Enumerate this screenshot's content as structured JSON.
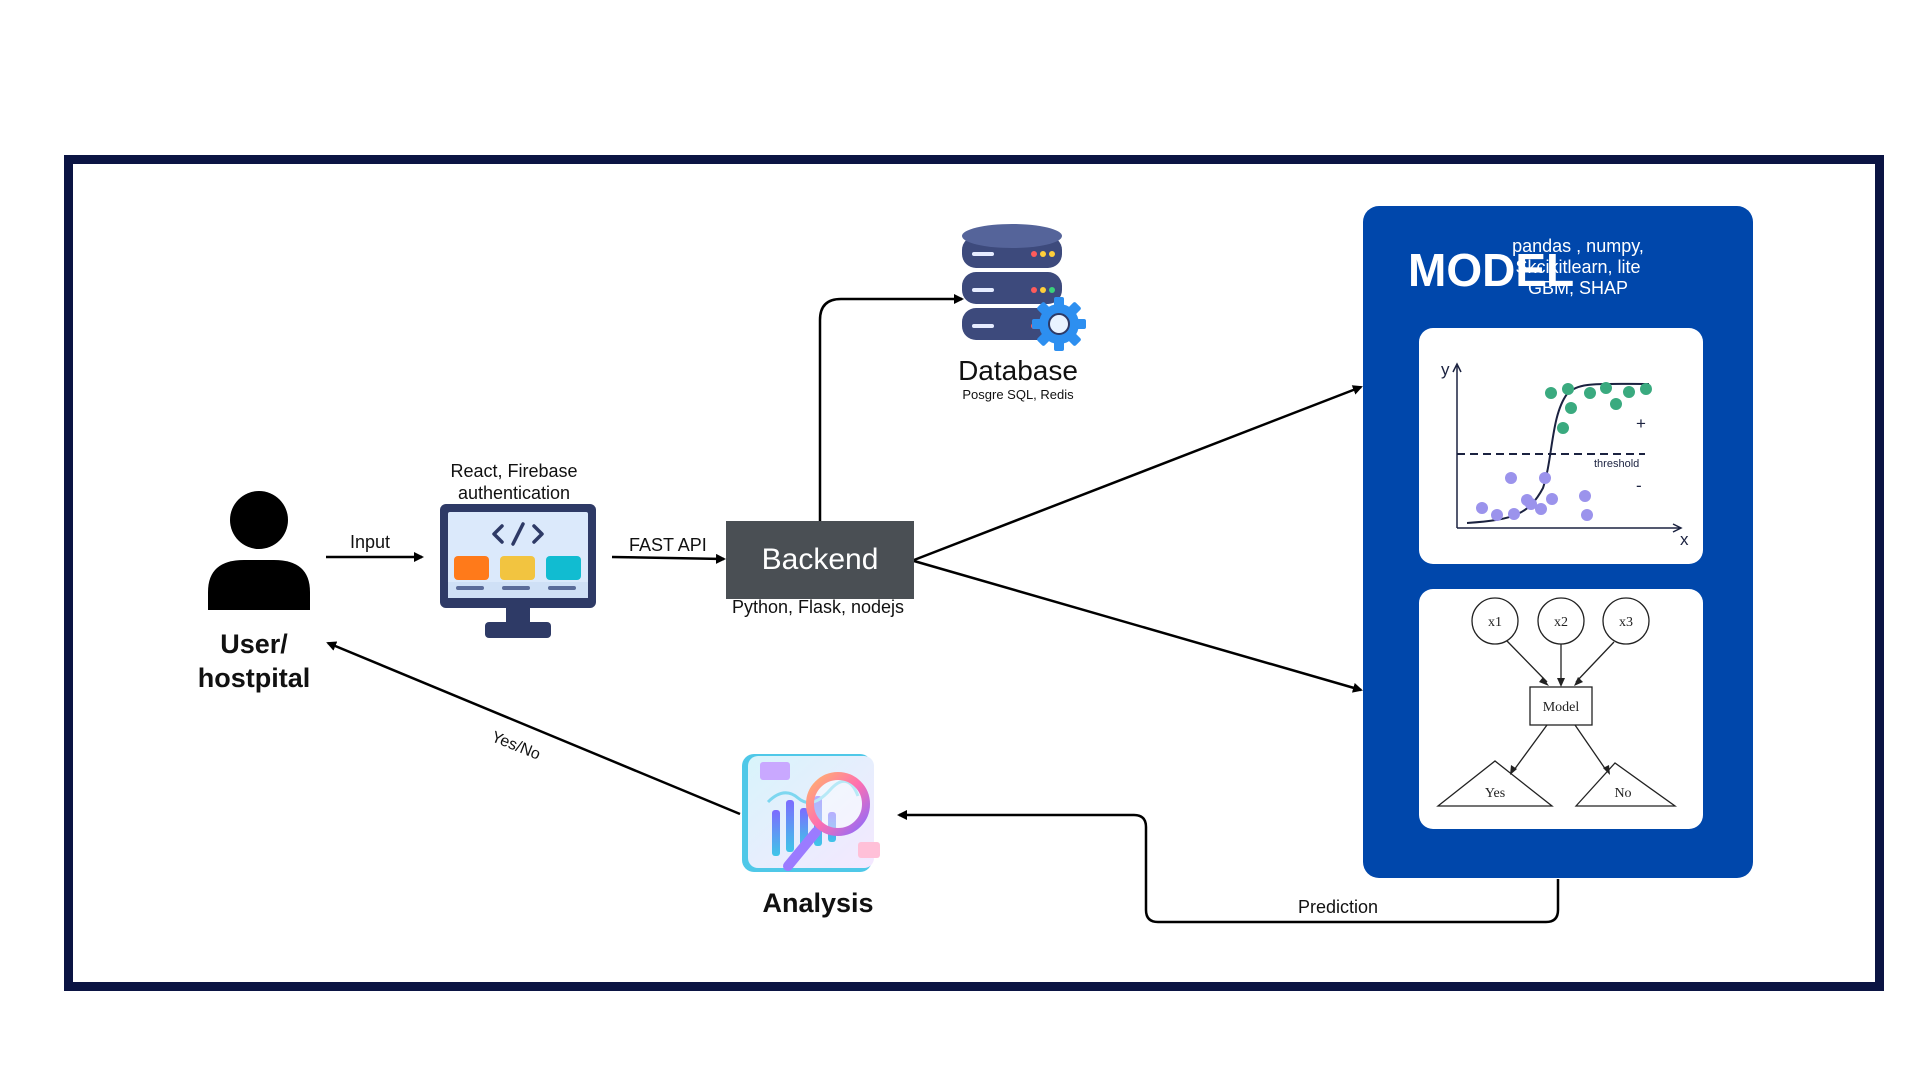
{
  "user": {
    "label_line1": "User/",
    "label_line2": "hostpital"
  },
  "arrows": {
    "input": "Input",
    "fast_api": "FAST API",
    "yes_no": "Yes/No",
    "prediction": "Prediction"
  },
  "frontend": {
    "caption_line1": "React, Firebase",
    "caption_line2": "authentication"
  },
  "backend": {
    "title": "Backend",
    "stack": "Python, Flask, nodejs"
  },
  "database": {
    "title": "Database",
    "stack": "Posgre SQL, Redis"
  },
  "model": {
    "title": "MODEL",
    "libs_line1": "pandas , numpy,",
    "libs_line2": "Skcikitlearn, lite",
    "libs_line3": "GBM, SHAP",
    "plot": {
      "y_axis": "y",
      "x_axis": "x",
      "threshold": "threshold",
      "plus": "+",
      "minus": "-"
    },
    "tree": {
      "inputs": [
        "x1",
        "x2",
        "x3"
      ],
      "node": "Model",
      "outputs": [
        "Yes",
        "No"
      ]
    }
  },
  "analysis": {
    "title": "Analysis"
  },
  "colors": {
    "frame": "#0b1443",
    "model_panel": "#0047ab",
    "backend_box": "#4a4f54",
    "green_points": "#3aaa7f",
    "purple_points": "#9b93ec"
  }
}
